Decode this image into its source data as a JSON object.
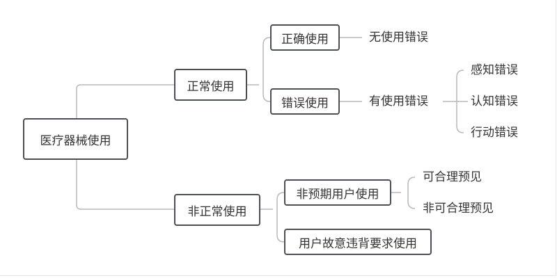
{
  "root": "医疗器械使用",
  "normal": {
    "label": "正常使用",
    "correct": {
      "label": "正确使用",
      "result": "无使用错误"
    },
    "error": {
      "label": "错误使用",
      "result": "有使用错误",
      "types": [
        "感知错误",
        "认知错误",
        "行动错误"
      ]
    }
  },
  "abnormal": {
    "label": "非正常使用",
    "unintended": {
      "label": "非预期用户使用",
      "subtypes": [
        "可合理预见",
        "非可合理预见"
      ]
    },
    "intentional": {
      "label": "用户故意违背要求使用"
    }
  },
  "colors": {
    "border": "#4a4f55",
    "connector": "#b9b9b9",
    "text": "#333333"
  }
}
